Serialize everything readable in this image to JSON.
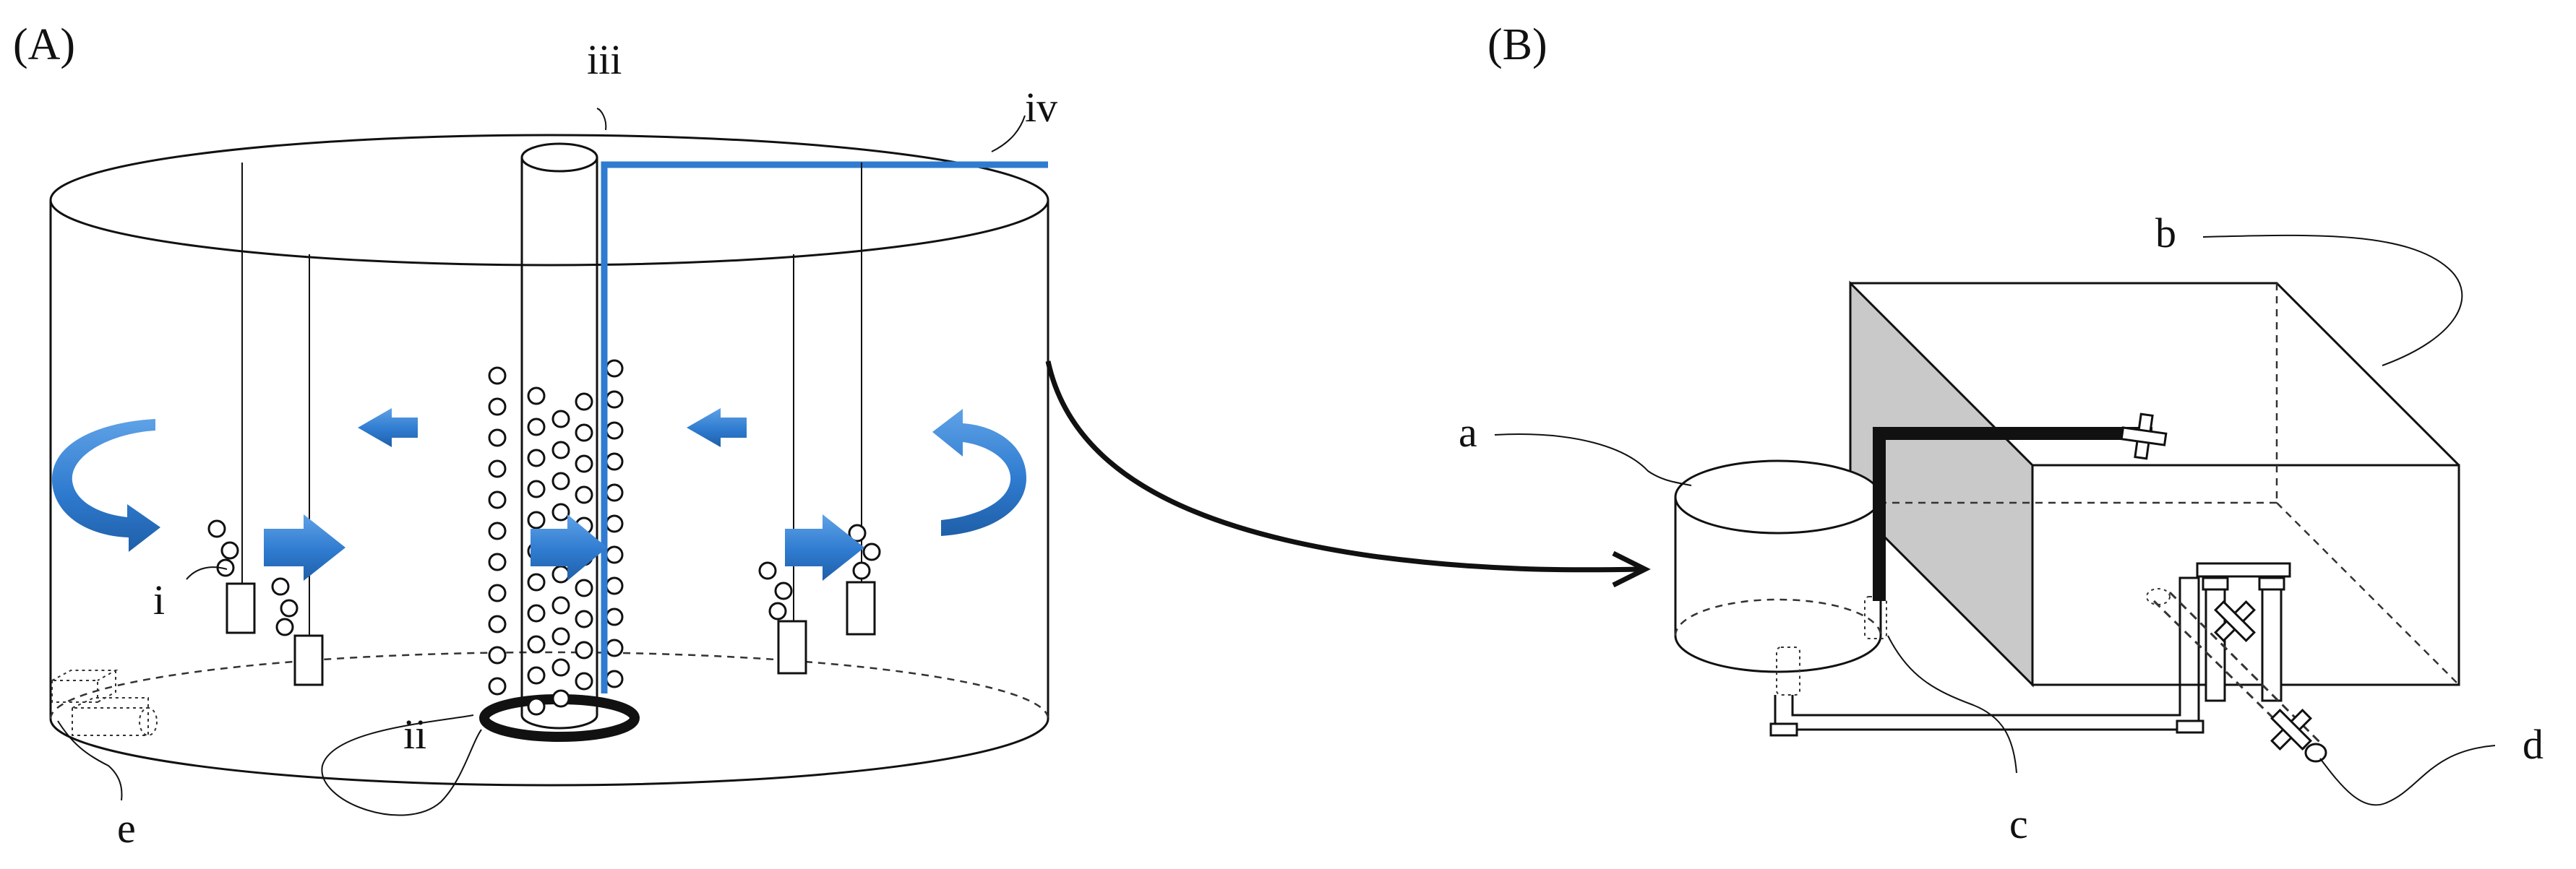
{
  "panels": {
    "a": "(A)",
    "b": "(B)"
  },
  "labels_A": {
    "i": "i",
    "ii": "ii",
    "iii": "iii",
    "iv": "iv",
    "e": "e"
  },
  "labels_B": {
    "a": "a",
    "b": "b",
    "c": "c",
    "d": "d"
  },
  "colors": {
    "line": "#111111",
    "blue": "#2f7bd0",
    "blue_dark": "#1f5fa8",
    "shade": "#c9c9c9"
  }
}
